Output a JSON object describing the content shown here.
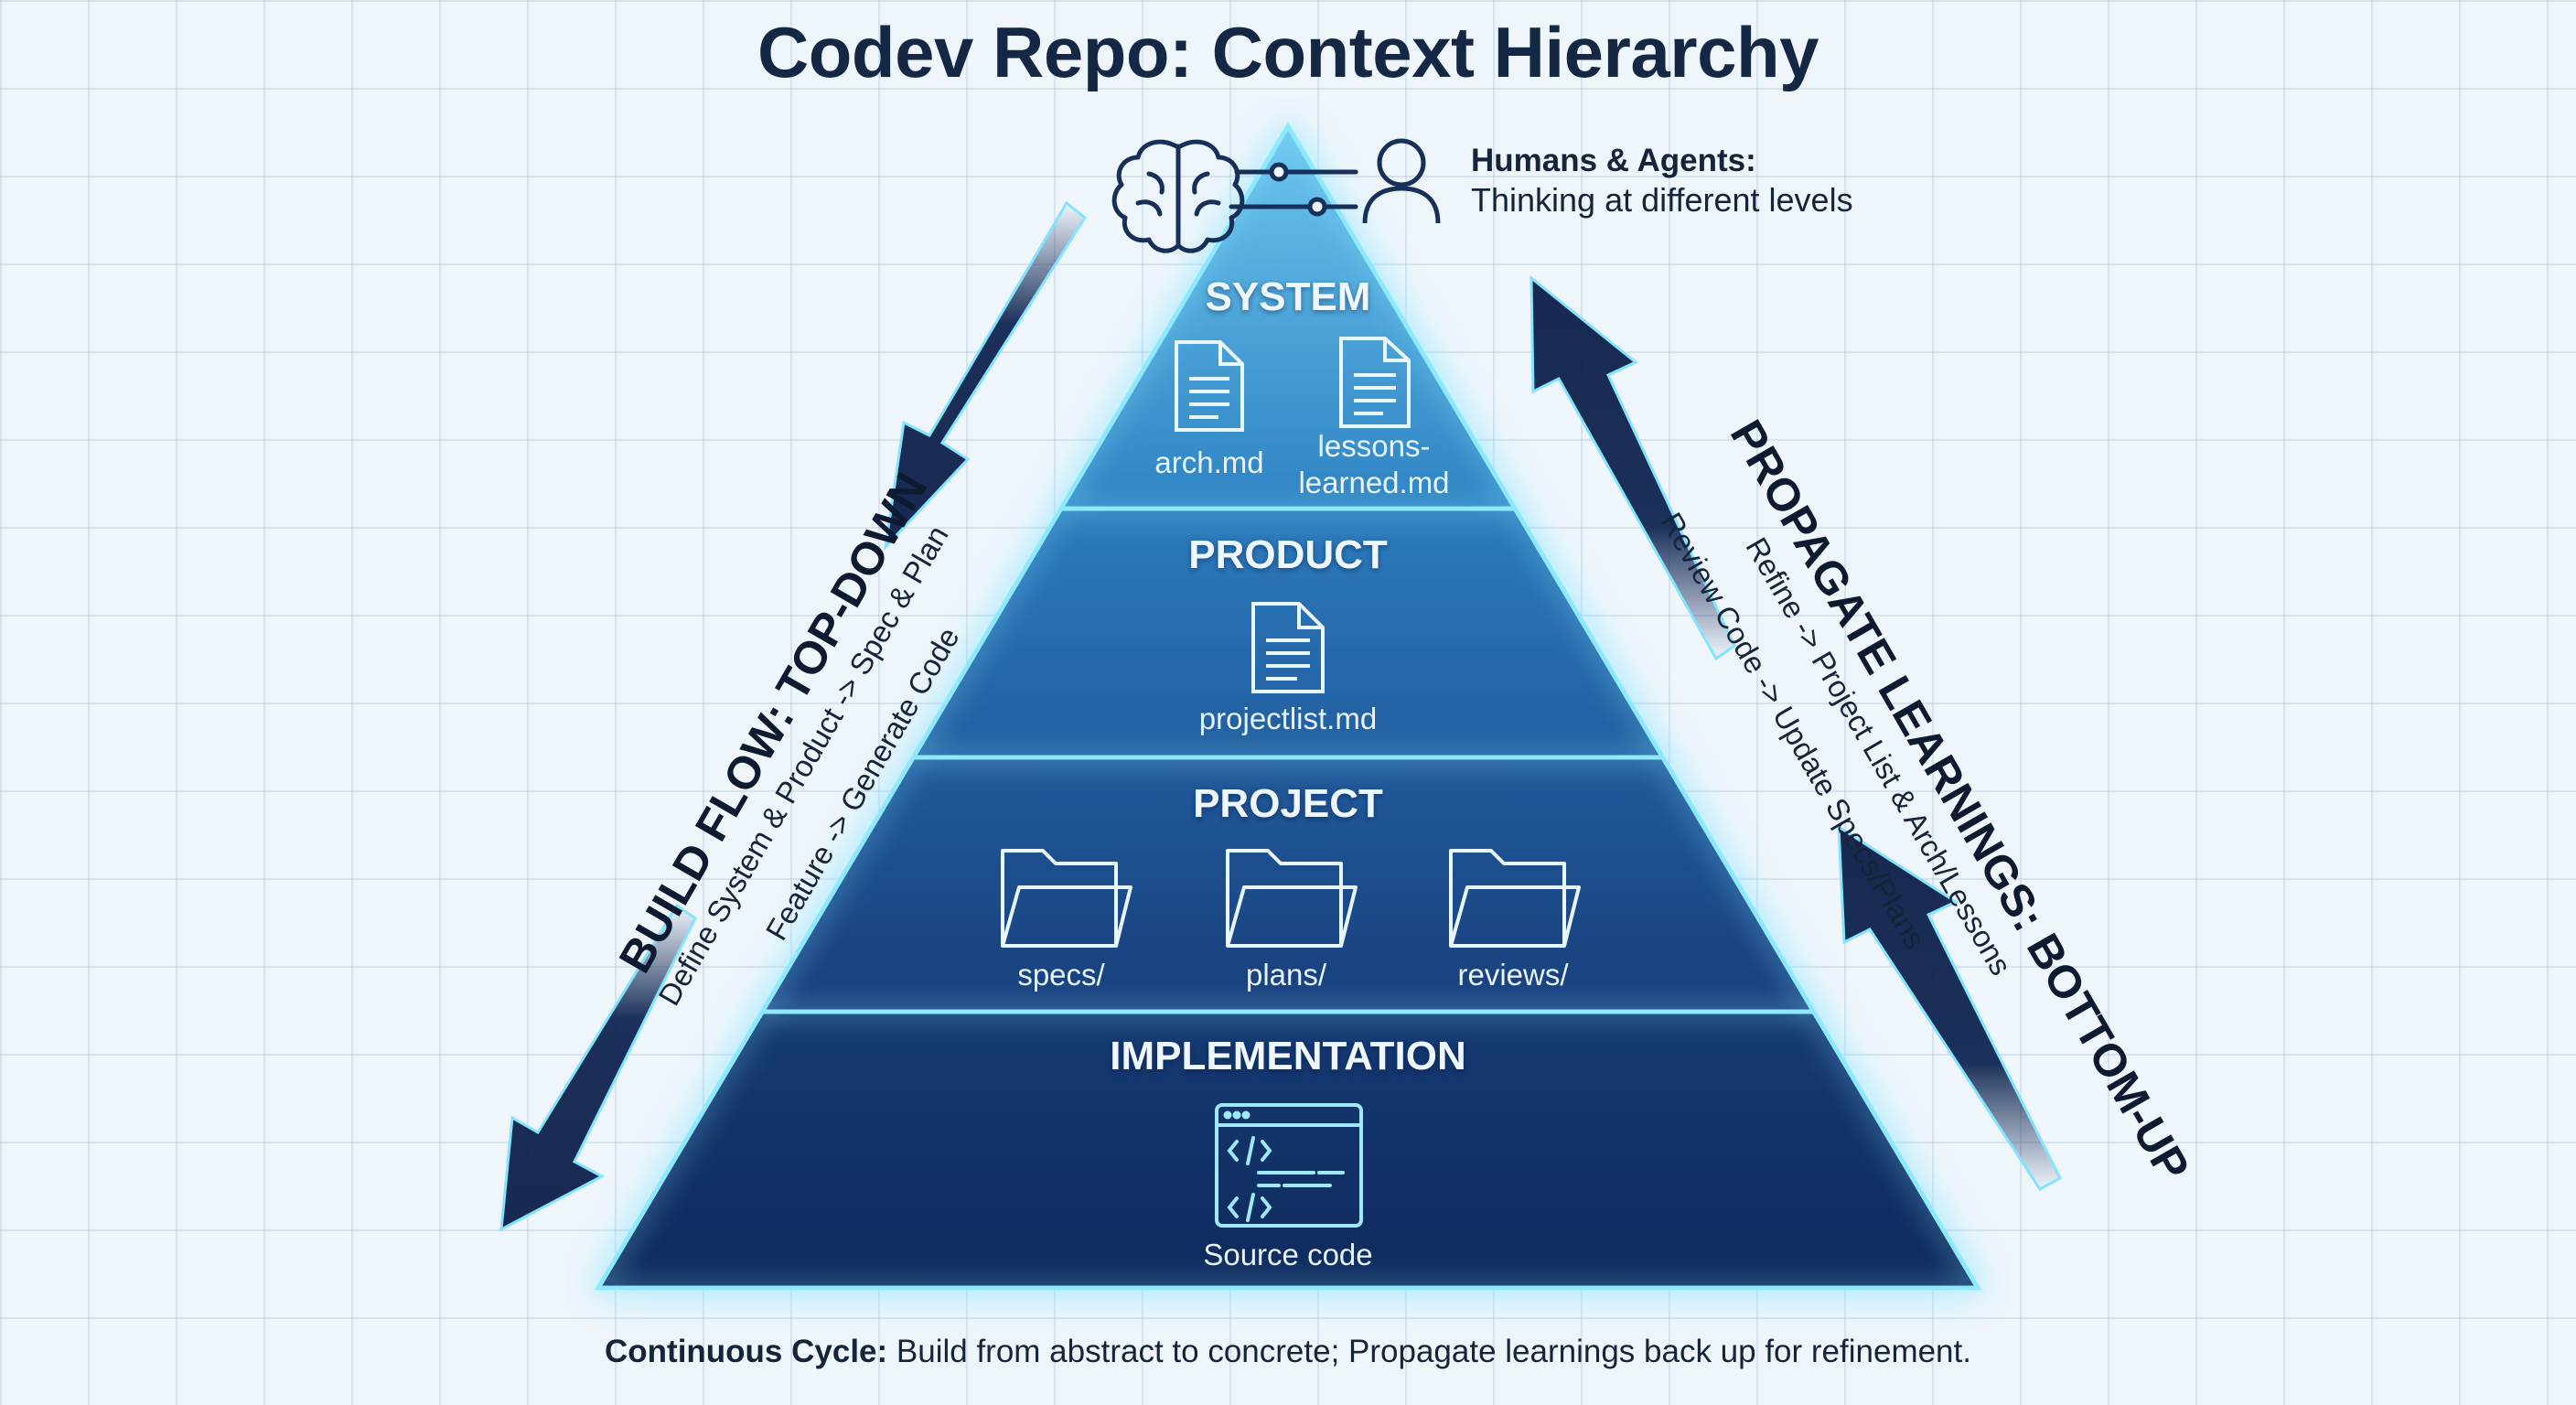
{
  "title": "Codev Repo: Context Hierarchy",
  "agents": {
    "label": "Humans & Agents:",
    "description": "Thinking at different levels"
  },
  "tiers": {
    "system": {
      "title": "SYSTEM",
      "files": [
        "arch.md",
        "lessons-\nlearned.md"
      ]
    },
    "product": {
      "title": "PRODUCT",
      "files": [
        "projectlist.md"
      ]
    },
    "project": {
      "title": "PROJECT",
      "folders": [
        "specs/",
        "plans/",
        "reviews/"
      ]
    },
    "implementation": {
      "title": "IMPLEMENTATION",
      "item": "Source code"
    }
  },
  "build_flow": {
    "heading": "BUILD FLOW: TOP-DOWN",
    "line1": "Define System & Product -> Spec & Plan",
    "line2": "Feature -> Generate Code"
  },
  "propagate": {
    "heading": "PROPAGATE LEARNINGS: BOTTOM-UP",
    "line1": "Review Code -> Update Specs/Plans",
    "line2": "Refine -> Project List & Arch/Lessons"
  },
  "caption": {
    "lead": "Continuous Cycle:",
    "text": " Build from abstract to concrete; Propagate learnings back up for refinement."
  },
  "colors": {
    "system": "#2f86c4",
    "product": "#2566a8",
    "project": "#1b4a8a",
    "implementation": "#12316a",
    "glow": "#5fd8f5",
    "title": "#142744"
  }
}
